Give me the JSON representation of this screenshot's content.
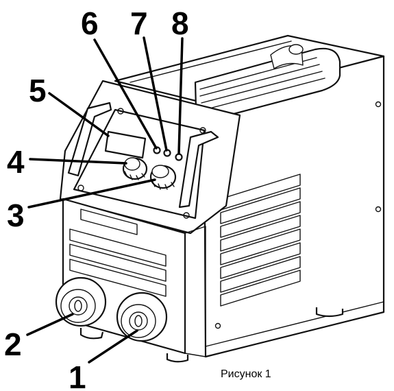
{
  "callouts": [
    {
      "id": 1,
      "label": "1"
    },
    {
      "id": 2,
      "label": "2"
    },
    {
      "id": 3,
      "label": "3"
    },
    {
      "id": 4,
      "label": "4"
    },
    {
      "id": 5,
      "label": "5"
    },
    {
      "id": 6,
      "label": "6"
    },
    {
      "id": 7,
      "label": "7"
    },
    {
      "id": 8,
      "label": "8"
    }
  ],
  "caption": "Рисунок 1"
}
